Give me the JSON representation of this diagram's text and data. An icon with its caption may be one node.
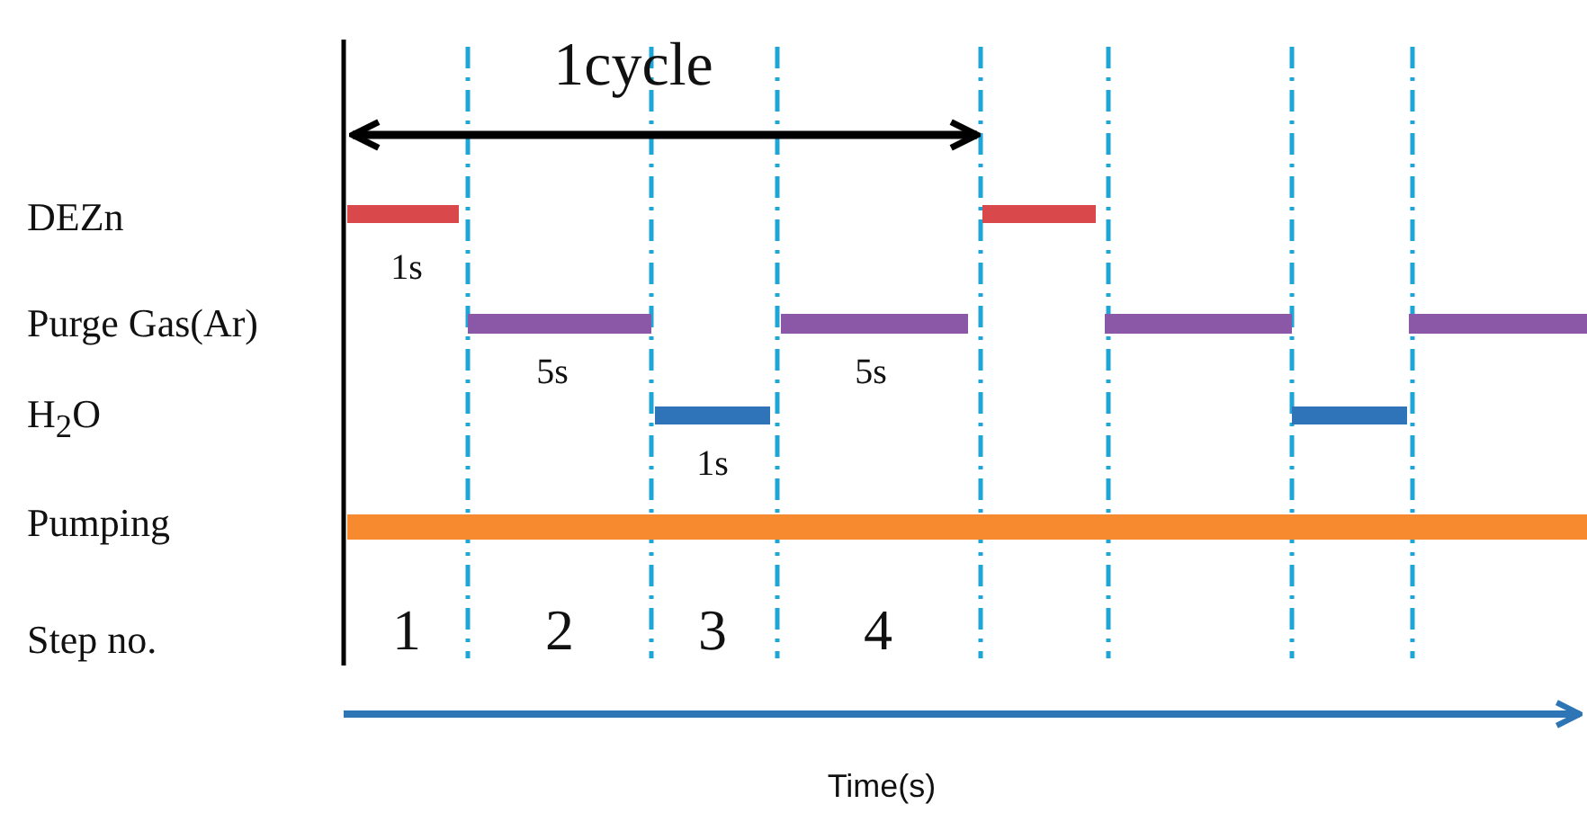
{
  "diagram": {
    "labels": [
      "1cycle",
      "DEZn",
      "1s",
      "Purge Gas(Ar)",
      "5s",
      "5s",
      "H$_{2}$O",
      "1s",
      "Pumping",
      "Step no.",
      "1",
      "2",
      "3",
      "4",
      "Time(s)"
    ]
  }
}
